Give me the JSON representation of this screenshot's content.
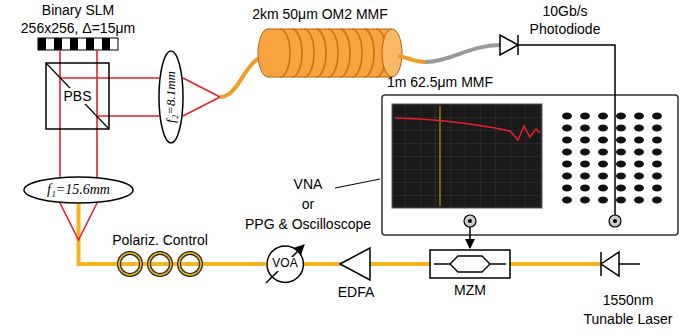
{
  "diagram": {
    "nodes": [
      {
        "text": [
          "PBS"
        ]
      },
      {
        "text": [
          "f₂=8.1mm"
        ]
      },
      {
        "text": [
          "f₁=15.6mm"
        ]
      },
      {
        "text": [
          "VOA"
        ]
      }
    ],
    "edges": [
      {
        "from": 2,
        "to": 0,
        "arrow": "none"
      },
      {
        "from": 0,
        "to": 1,
        "arrow": "none"
      },
      {
        "from": 3,
        "to": 2,
        "arrow": "none"
      }
    ],
    "labels": [
      "Binary SLM",
      "256x256, Δ=15μm",
      "2km 50μm OM2 MMF",
      "10Gb/s",
      "Photodiode",
      "1m 62.5μm MMF",
      "VNA",
      "or",
      "PPG & Oscilloscope",
      "Polariz. Control",
      "EDFA",
      "MZM",
      "1550nm",
      "Tunable Laser"
    ]
  }
}
